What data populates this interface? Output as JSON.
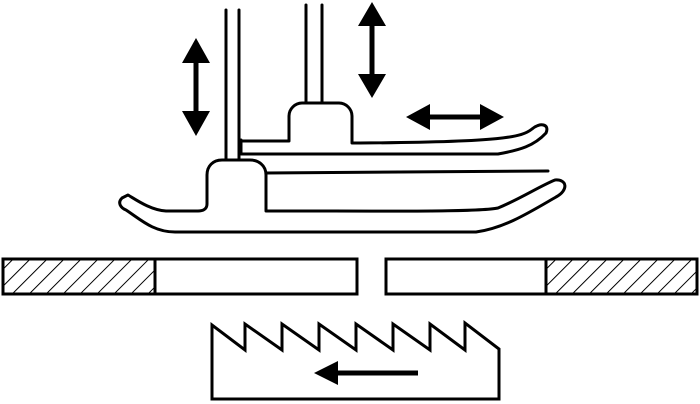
{
  "diagram": {
    "colors": {
      "background": "#ffffff",
      "line": "#000000"
    },
    "icons": [
      "double-arrow-vertical-left-icon",
      "double-arrow-vertical-right-icon",
      "double-arrow-horizontal-icon",
      "left-arrow-icon"
    ],
    "elements": [
      "left-presser-foot",
      "right-presser-foot",
      "left-needle-plate",
      "right-needle-plate",
      "feed-dog"
    ]
  }
}
